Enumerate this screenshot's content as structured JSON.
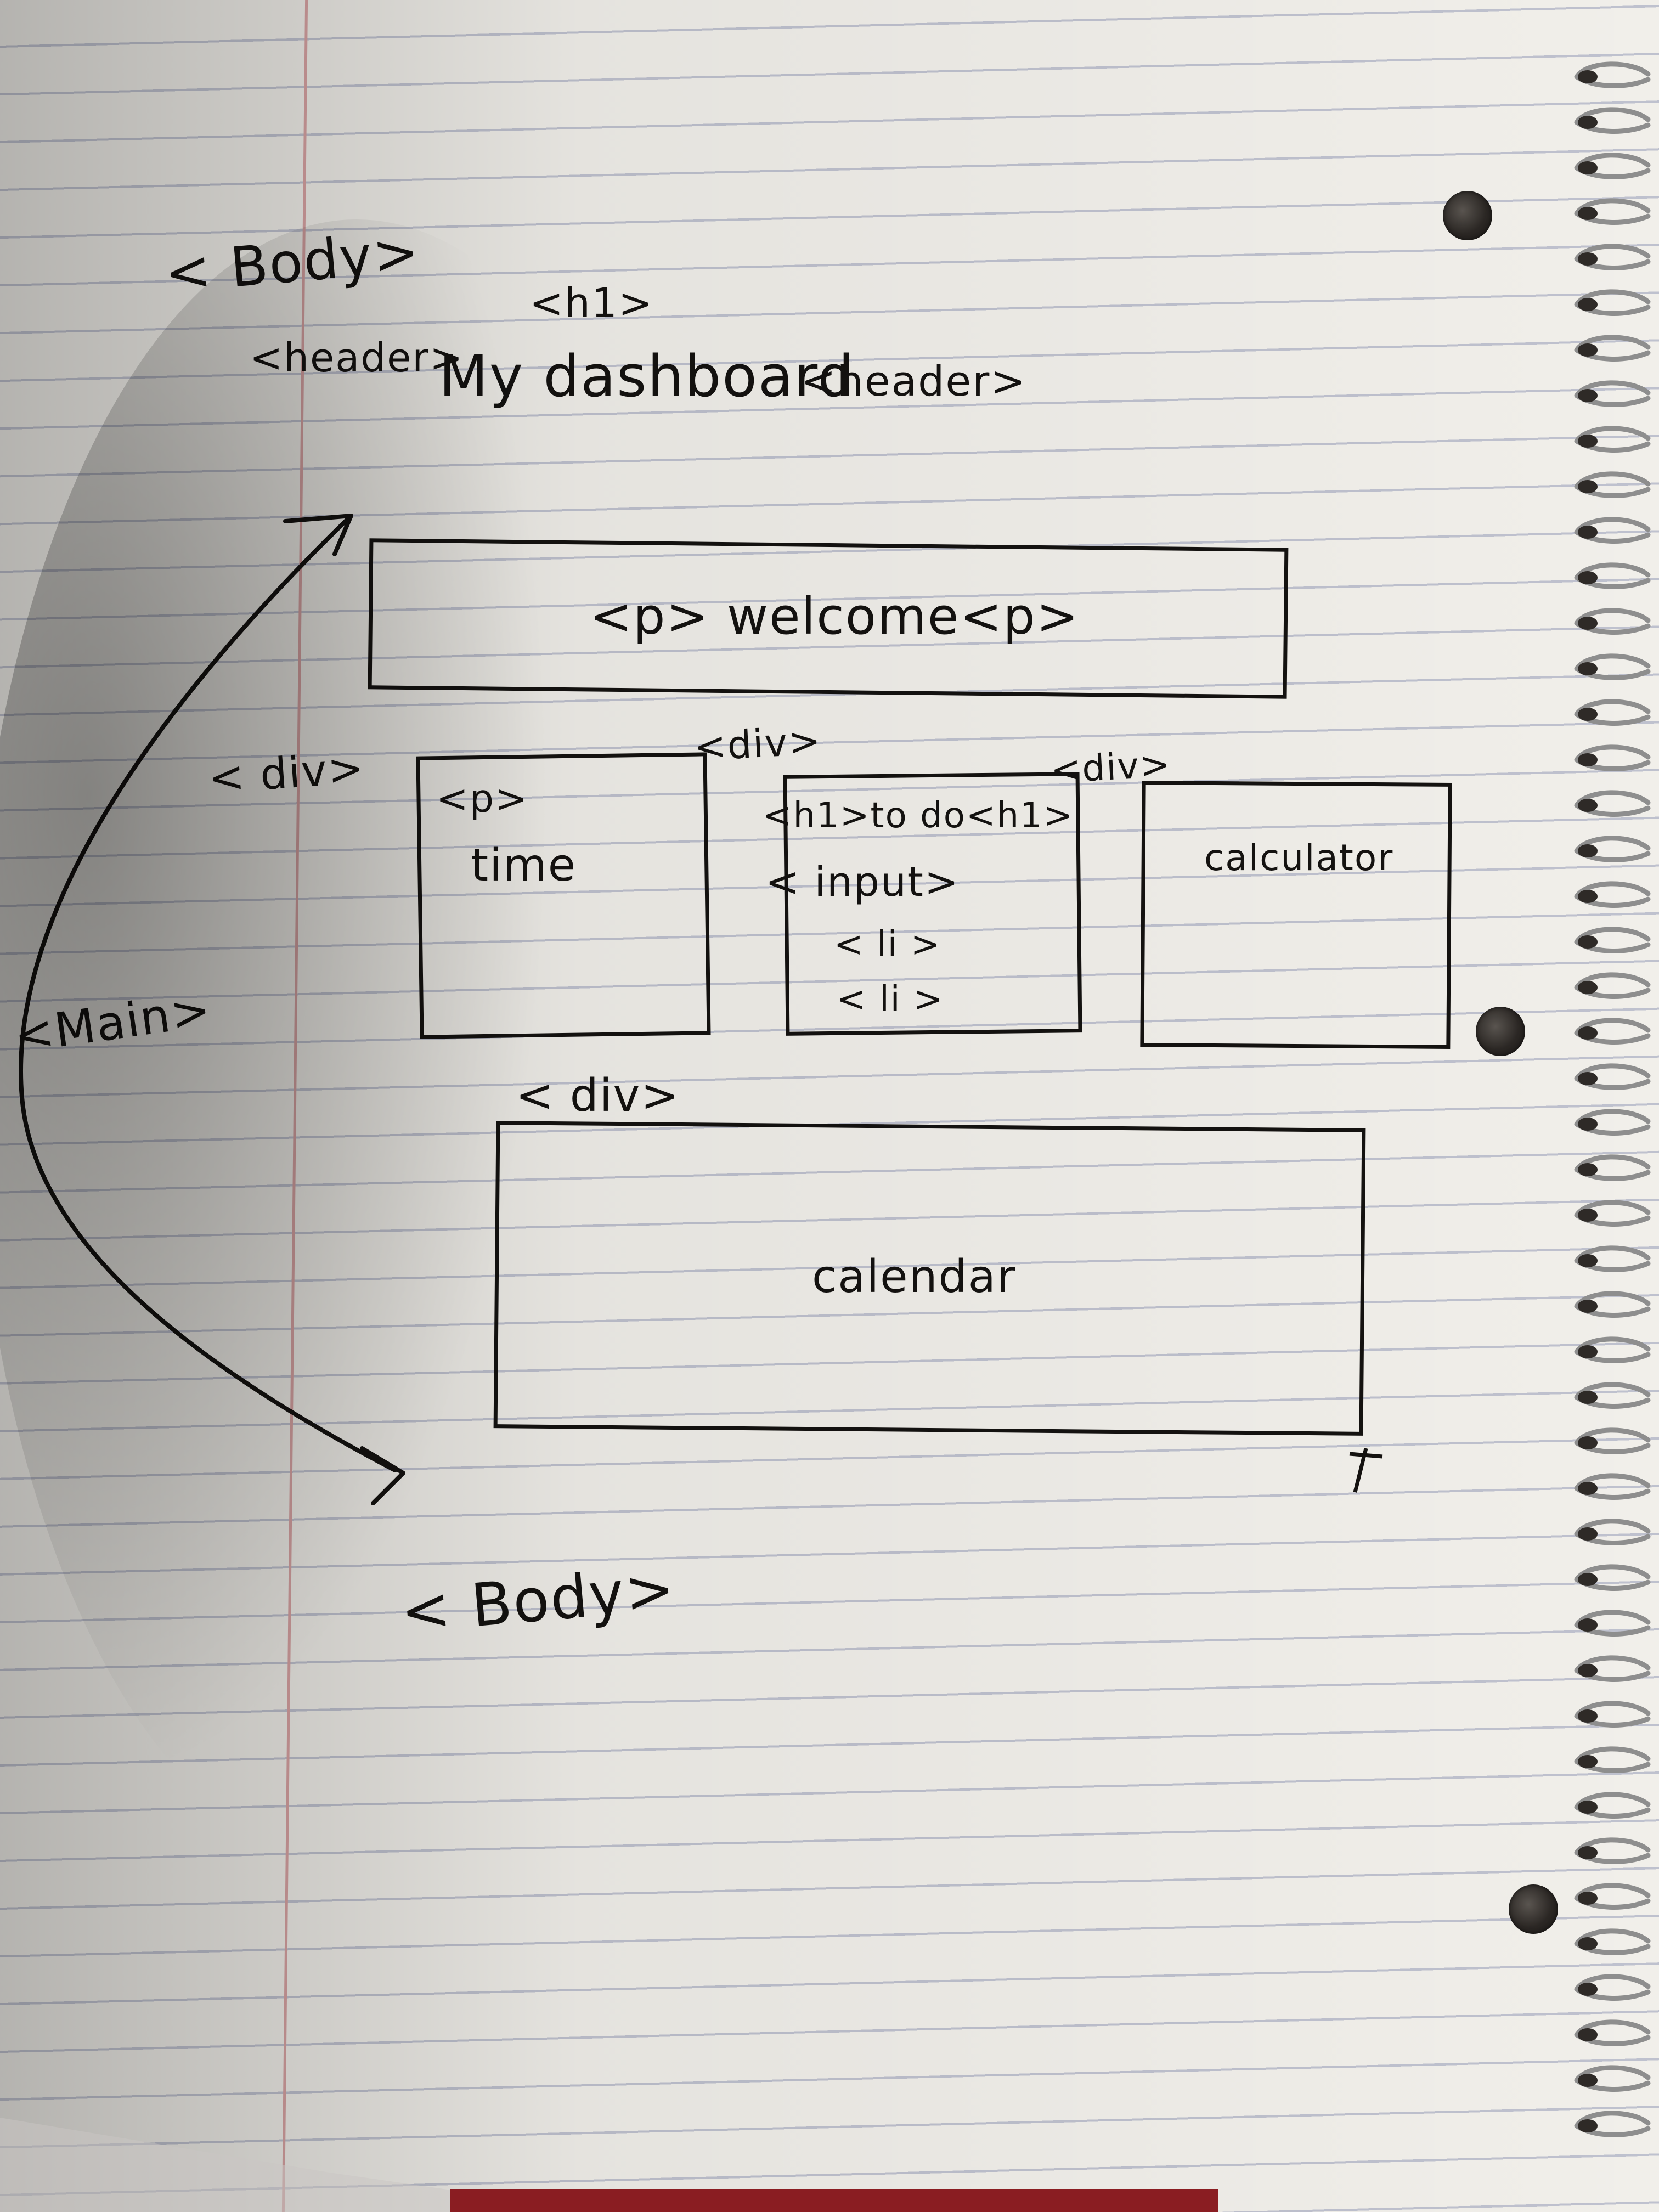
{
  "notes": {
    "body_open": "< Body>",
    "h1_tag": "<h1>",
    "header_open": "<header>",
    "title": "My dashboard",
    "header_close": "<header>",
    "welcome": "<p> welcome<p>",
    "div_left": "< div>",
    "time_tag": "<p>",
    "time": "time",
    "div_todo": "<div>",
    "todo_heading": "<h1>to do<h1>",
    "input_tag": "< input>",
    "li_1": "< li >",
    "li_2": "< li >",
    "div_calc": "<div>",
    "calculator": "calculator",
    "main": "<Main>",
    "div_calendar": "< div>",
    "calendar": "calendar",
    "body_close": "< Body>"
  },
  "colors": {
    "ink": "#141210",
    "paper": "#f1efea",
    "rule_line": "#b9bccb",
    "margin_line": "#d8a3a3"
  },
  "icons": {
    "arrow": "curved-bracket-arrow"
  }
}
